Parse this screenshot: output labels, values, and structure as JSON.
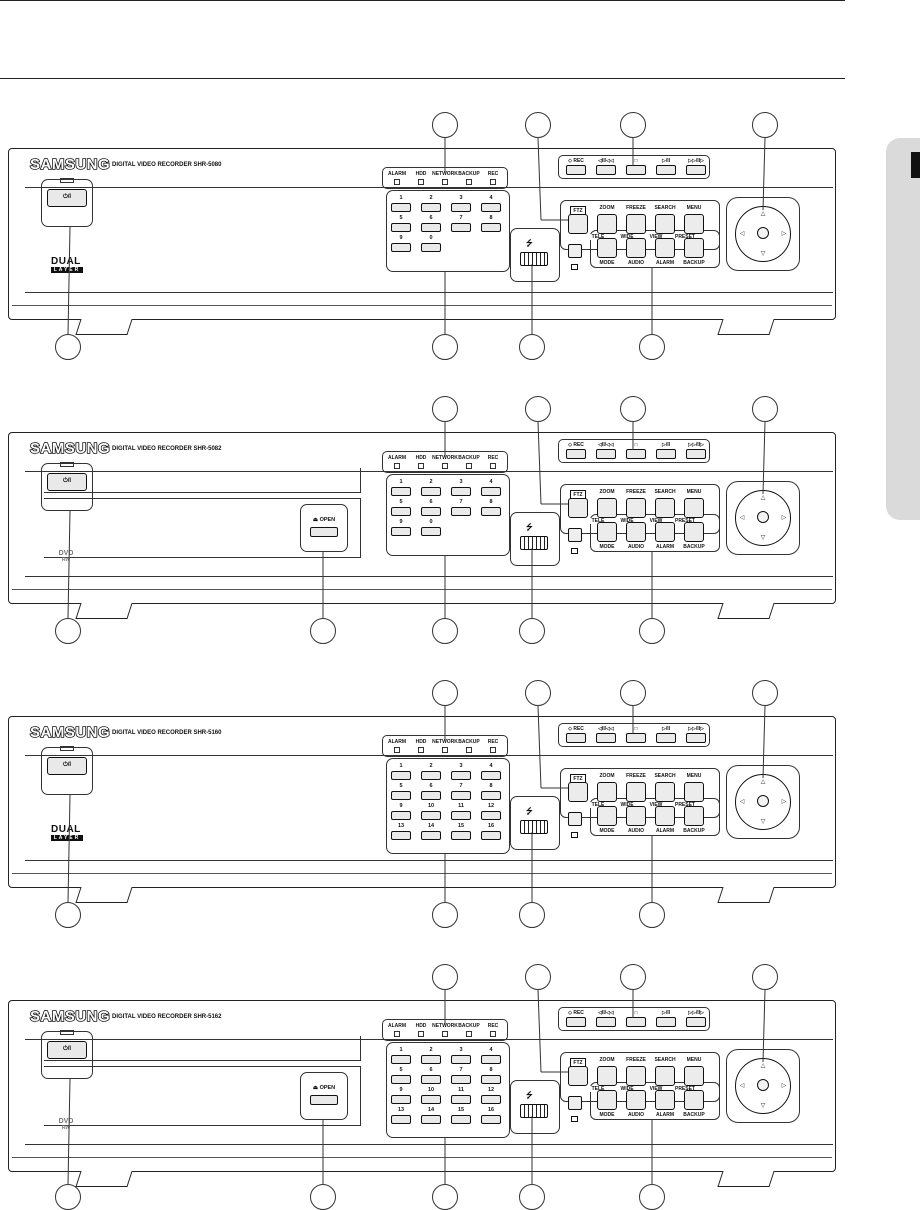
{
  "page": {
    "side_tab_label": ""
  },
  "recorders": [
    {
      "brand": "SAMSUNG",
      "model": "DIGITAL VIDEO RECORDER  SHR-5080",
      "variant": "dual-layer",
      "channels": 8,
      "power_label": "⏻/I",
      "media_logo": {
        "line1": "DUAL",
        "line2": "LAYER"
      },
      "has_open": false
    },
    {
      "brand": "SAMSUNG",
      "model": "DIGITAL VIDEO RECORDER  SHR-5082",
      "variant": "dvd",
      "channels": 8,
      "power_label": "⏻/I",
      "media_logo": {
        "line1": "DVD",
        "line2": "RW"
      },
      "has_open": true
    },
    {
      "brand": "SAMSUNG",
      "model": "DIGITAL VIDEO RECORDER  SHR-5160",
      "variant": "dual-layer",
      "channels": 16,
      "power_label": "⏻/I",
      "media_logo": {
        "line1": "DUAL",
        "line2": "LAYER"
      },
      "has_open": false
    },
    {
      "brand": "SAMSUNG",
      "model": "DIGITAL VIDEO RECORDER  SHR-5162",
      "variant": "dvd",
      "channels": 16,
      "power_label": "⏻/I",
      "media_logo": {
        "line1": "DVD",
        "line2": "RW"
      },
      "has_open": true
    }
  ],
  "common": {
    "status_leds": [
      "ALARM",
      "HDD",
      "NETWORK",
      "BACKUP",
      "REC"
    ],
    "playback": [
      "◇ REC",
      "◁II/◁◁",
      "□",
      "▷/II",
      "▷▷/II▷"
    ],
    "function_top": [
      "FTZ",
      "ZOOM",
      "FREEZE",
      "SEARCH",
      "MENU"
    ],
    "function_sub": [
      "TELE",
      "WIDE",
      "VIEW",
      "PRESET"
    ],
    "function_bottom": [
      "MODE",
      "AUDIO",
      "ALARM",
      "BACKUP"
    ],
    "open_label": "⏏ OPEN",
    "usb_symbol": "⭍",
    "jog_arrows": [
      "△",
      "▷",
      "▽",
      "◁"
    ],
    "numbers_8": [
      "1",
      "2",
      "3",
      "4",
      "5",
      "6",
      "7",
      "8",
      "9",
      "0"
    ],
    "numbers_16": [
      "1",
      "2",
      "3",
      "4",
      "5",
      "6",
      "7",
      "8",
      "9",
      "10",
      "11",
      "12",
      "13",
      "14",
      "15",
      "16"
    ]
  }
}
